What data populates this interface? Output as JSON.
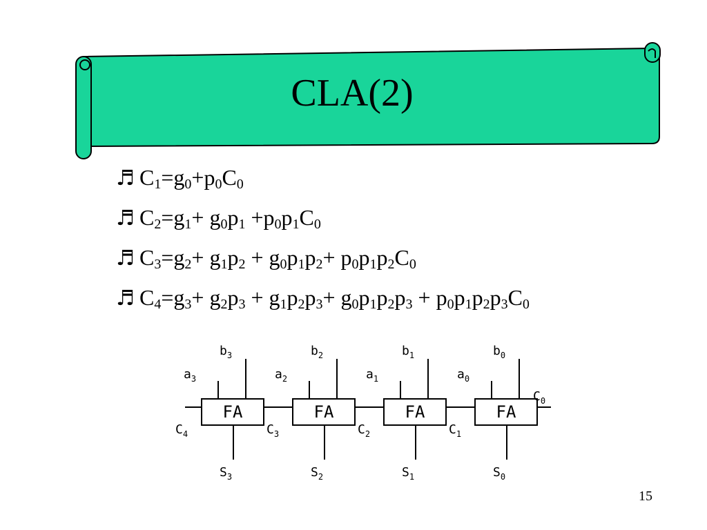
{
  "slide": {
    "title": "CLA(2)",
    "page_number": "15",
    "banner_color": "#19D59A",
    "bullet_glyph": "♬",
    "equations": [
      {
        "id": "c1",
        "parts": [
          {
            "t": "C",
            "s": "1"
          },
          {
            "t": "=g",
            "s": "0"
          },
          {
            "t": "+p",
            "s": "0"
          },
          {
            "t": "C",
            "s": "0"
          }
        ]
      },
      {
        "id": "c2",
        "parts": [
          {
            "t": "C",
            "s": "2"
          },
          {
            "t": "=g",
            "s": "1"
          },
          {
            "t": "+ g",
            "s": "0"
          },
          {
            "t": "p",
            "s": "1"
          },
          {
            "t": " +p",
            "s": "0"
          },
          {
            "t": "p",
            "s": "1"
          },
          {
            "t": "C",
            "s": "0"
          }
        ]
      },
      {
        "id": "c3",
        "parts": [
          {
            "t": "C",
            "s": "3"
          },
          {
            "t": "=g",
            "s": "2"
          },
          {
            "t": "+ g",
            "s": "1"
          },
          {
            "t": "p",
            "s": "2"
          },
          {
            "t": " + g",
            "s": "0"
          },
          {
            "t": "p",
            "s": "1"
          },
          {
            "t": "p",
            "s": "2"
          },
          {
            "t": "+ p",
            "s": "0"
          },
          {
            "t": "p",
            "s": "1"
          },
          {
            "t": "p",
            "s": "2"
          },
          {
            "t": "C",
            "s": "0"
          }
        ]
      },
      {
        "id": "c4",
        "parts": [
          {
            "t": "C",
            "s": "4"
          },
          {
            "t": "=g",
            "s": "3"
          },
          {
            "t": "+ g",
            "s": "2"
          },
          {
            "t": "p",
            "s": "3"
          },
          {
            "t": " + g",
            "s": "1"
          },
          {
            "t": "p",
            "s": "2"
          },
          {
            "t": "p",
            "s": "3"
          },
          {
            "t": "+ g",
            "s": "0"
          },
          {
            "t": "p",
            "s": "1"
          },
          {
            "t": "p",
            "s": "2"
          },
          {
            "t": "p",
            "s": "3"
          },
          {
            "t": " + p",
            "s": "0"
          },
          {
            "t": "p",
            "s": "1"
          },
          {
            "t": "p",
            "s": "2"
          },
          {
            "t": "p",
            "s": "3"
          },
          {
            "t": "C",
            "s": "0"
          }
        ]
      }
    ]
  },
  "circuit": {
    "adder_label": "FA",
    "blocks": [
      {
        "b": {
          "t": "b",
          "s": "3"
        },
        "a": {
          "t": "a",
          "s": "3"
        },
        "s": {
          "t": "S",
          "s": "3"
        },
        "cout": {
          "t": "C",
          "s": "4"
        }
      },
      {
        "b": {
          "t": "b",
          "s": "2"
        },
        "a": {
          "t": "a",
          "s": "2"
        },
        "s": {
          "t": "S",
          "s": "2"
        },
        "cout": {
          "t": "C",
          "s": "3"
        }
      },
      {
        "b": {
          "t": "b",
          "s": "1"
        },
        "a": {
          "t": "a",
          "s": "1"
        },
        "s": {
          "t": "S",
          "s": "1"
        },
        "cout": {
          "t": "C",
          "s": "2"
        }
      },
      {
        "b": {
          "t": "b",
          "s": "0"
        },
        "a": {
          "t": "a",
          "s": "0"
        },
        "s": {
          "t": "S",
          "s": "0"
        },
        "cout": {
          "t": "C",
          "s": "1"
        }
      }
    ],
    "carry_in": {
      "t": "C",
      "s": "0"
    }
  }
}
